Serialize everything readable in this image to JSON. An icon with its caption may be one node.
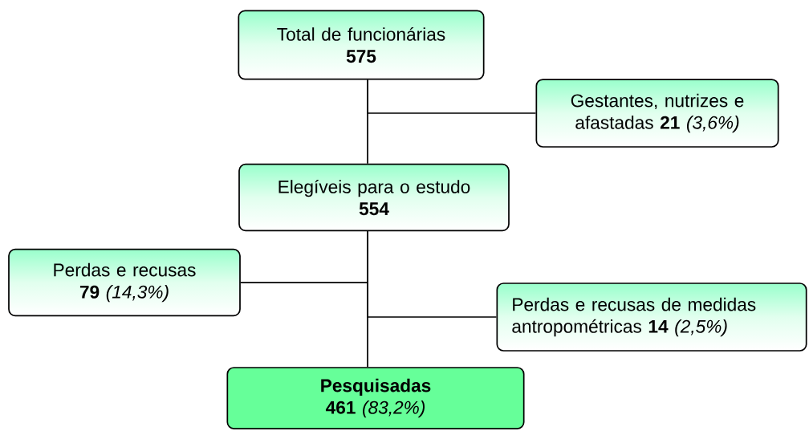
{
  "diagram": {
    "nodes": [
      {
        "text": [
          "Total de funcionárias",
          "575"
        ]
      },
      {
        "text": [
          "Gestantes, nutrizes e afastadas **21** *(3,6%)*"
        ]
      },
      {
        "text": [
          "Elegíveis para o estudo",
          "554"
        ]
      },
      {
        "text": [
          "Perdas e recusas",
          "**79** *(14,3%)*"
        ]
      },
      {
        "text": [
          "Perdas e recusas de medidas antropométricas **14** *(2,5%)*"
        ]
      },
      {
        "text": [
          "Pesquisadas",
          "**461** *(83,2%)*"
        ]
      }
    ],
    "edges": [
      {
        "from": 0,
        "to": 2,
        "arrow": "none"
      },
      {
        "from": 0,
        "to": 1,
        "arrow": "none"
      },
      {
        "from": 2,
        "to": 3,
        "arrow": "none"
      },
      {
        "from": 2,
        "to": 4,
        "arrow": "none"
      },
      {
        "from": 2,
        "to": 5,
        "arrow": "none"
      }
    ]
  }
}
